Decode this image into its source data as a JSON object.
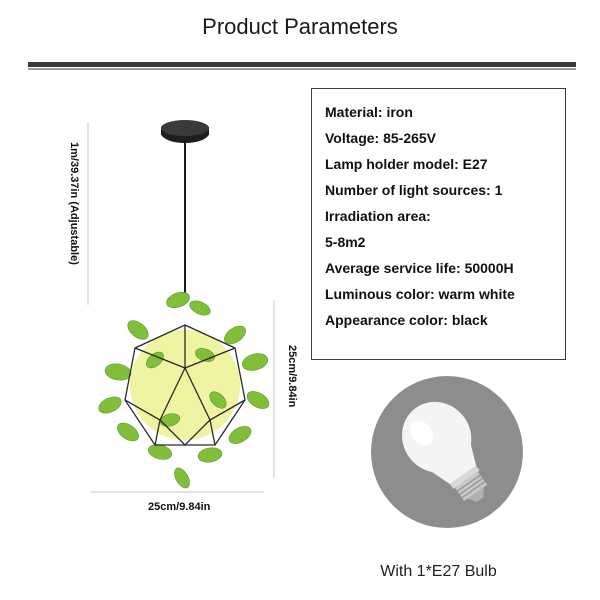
{
  "header": {
    "title": "Product Parameters"
  },
  "dimensions": {
    "height_total": "1m/39.37in",
    "height_note": "(Adjustable)",
    "shade_height": "25cm/9.84in",
    "shade_width": "25cm/9.84in"
  },
  "parameters": [
    "Material: iron",
    "Voltage: 85-265V",
    "Lamp holder model: E27",
    "Number of light sources: 1",
    "Irradiation area:",
    "5-8m2",
    "Average service life: 50000H",
    "Luminous color: warm white",
    "Appearance color: black"
  ],
  "bulb": {
    "caption": "With 1*E27 Bulb"
  }
}
